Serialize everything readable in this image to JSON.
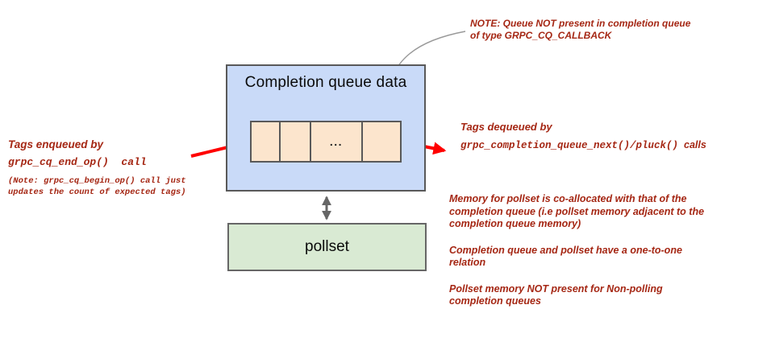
{
  "colors": {
    "cq_box_fill": "#c9daf8",
    "queue_cell_fill": "#fce5cd",
    "pollset_fill": "#d9ead3",
    "box_border": "#595959",
    "red_text": "#a52714",
    "arrow_red": "#ff0000",
    "arrow_gray": "#666666",
    "connector_gray": "#999999"
  },
  "note_top": {
    "bold": "NOTE:",
    "rest": " Queue NOT present in completion queue\nof type GRPC_CQ_CALLBACK"
  },
  "cq_box": {
    "title": "Completion queue data"
  },
  "queue": {
    "ellipsis": "..."
  },
  "pollset": {
    "label": "pollset"
  },
  "enqueue_label": {
    "line1": "Tags enqueued by",
    "code": "grpc_cq_end_op()",
    "suffix": "  call",
    "note": "(Note: grpc_cq_begin_op() call just\nupdates the count of expected tags)"
  },
  "dequeue_label": {
    "line1": "Tags dequeued by",
    "code": "grpc_completion_queue_next()/pluck()",
    "suffix": "  calls"
  },
  "notes_right": {
    "para1": "Memory for pollset is co-allocated with that of the\ncompletion queue (i.e pollset memory adjacent to the\ncompletion queue memory)",
    "para2": "Completion queue and pollset have a one-to-one\nrelation",
    "para3": "Pollset memory NOT present for Non-polling\ncompletion queues"
  }
}
